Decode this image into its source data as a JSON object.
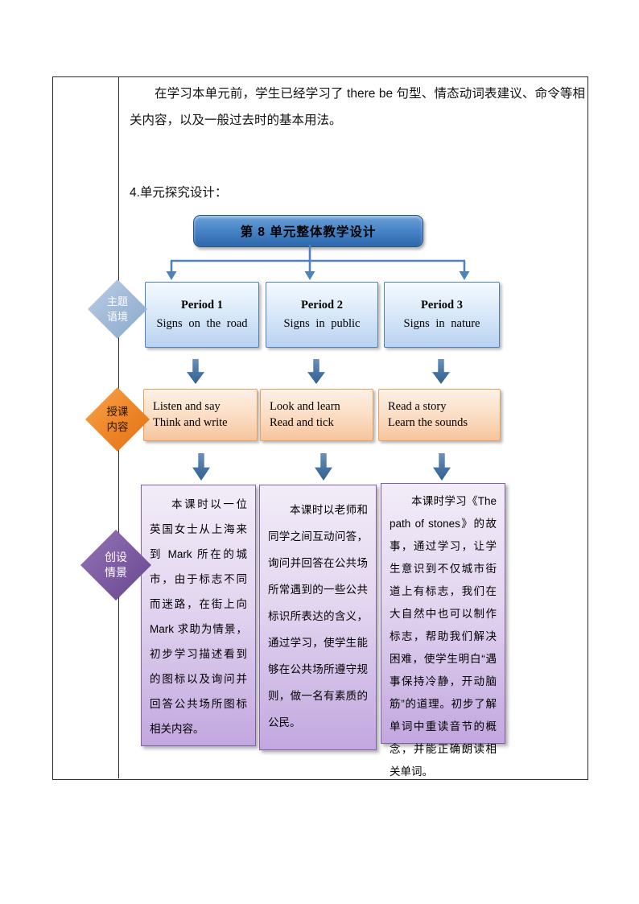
{
  "document": {
    "intro_paragraph": "在学习本单元前，学生已经学习了 there be 句型、情态动词表建议、命令等相关内容，以及一般过去时的基本用法。",
    "section_label": "4.单元探究设计："
  },
  "flowchart": {
    "title": "第 8 单元整体教学设计",
    "stage_diamonds": [
      {
        "line1": "主题",
        "line2": "语境",
        "color": "#9db7d8"
      },
      {
        "line1": "授课",
        "line2": "内容",
        "color": "#e8831f"
      },
      {
        "line1": "创设",
        "line2": "情景",
        "color": "#7a56a3"
      }
    ],
    "periods": [
      {
        "title": "Period 1",
        "subtitle": "Signs on the road"
      },
      {
        "title": "Period 2",
        "subtitle": "Signs in public"
      },
      {
        "title": "Period 3",
        "subtitle": "Signs in nature"
      }
    ],
    "activities": [
      {
        "line1": "Listen and say",
        "line2": "Think and write"
      },
      {
        "line1": "Look and learn",
        "line2": "Read and tick"
      },
      {
        "line1": "Read a story",
        "line2": "Learn the sounds"
      }
    ],
    "descriptions": [
      "本课时以一位英国女士从上海来到 Mark 所在的城市，由于标志不同而迷路，在街上向 Mark 求助为情景，初步学习描述看到的图标以及询问并回答公共场所图标相关内容。",
      "本课时以老师和同学之间互动问答，询问并回答在公共场所常遇到的一些公共标识所表达的含义，通过学习，使学生能够在公共场所遵守规则，做一名有素质的公民。",
      "本课时学习《The path of stones》的故事，通过学习，让学生意识到不仅城市街道上有标志，我们在大自然中也可以制作标志，帮助我们解决困难，使学生明白“遇事保持冷静，开动脑筋”的道理。初步了解单词中重读音节的概念，并能正确朗读相关单词。"
    ],
    "colors": {
      "title_box_blue": "#2d67ac",
      "connector_blue": "#4f81bd",
      "period_border_blue": "#4f81bd",
      "activity_border_orange": "#e8a060",
      "description_border_purple": "#8260a8",
      "block_arrow_blue": "#44719f"
    }
  }
}
